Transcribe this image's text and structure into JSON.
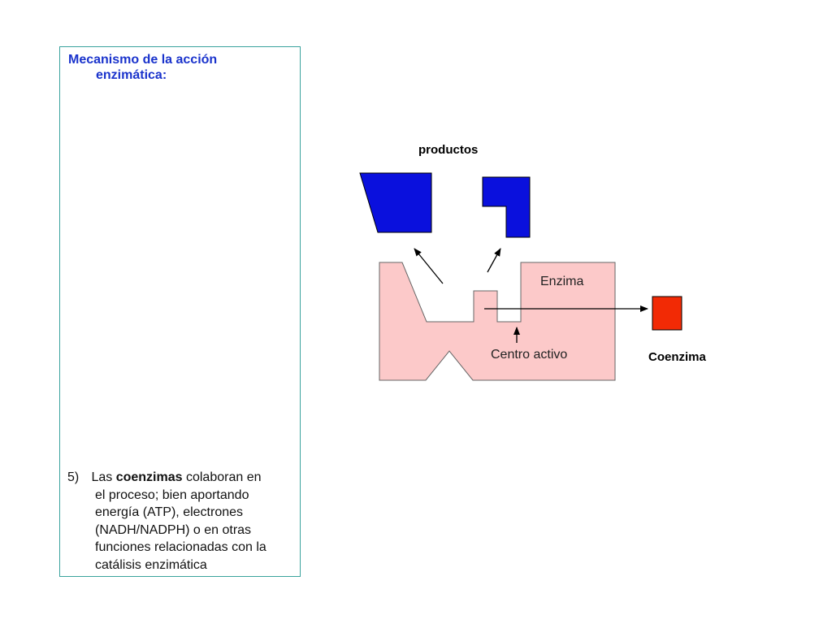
{
  "panel": {
    "heading_line1": "Mecanismo de la acción",
    "heading_line2": "enzimática:",
    "item_number": "5)",
    "item_intro": "Las",
    "item_bold": "coenzimas",
    "item_after_bold": "colaboran en",
    "item_rest_lines": [
      "el proceso; bien aportando",
      "energía (ATP), electrones",
      "(NADH/NADPH) o en otras",
      "funciones relacionadas con la",
      "catálisis enzimática"
    ]
  },
  "diagram": {
    "products_label": "productos",
    "enzyme_label": "Enzima",
    "active_site_label": "Centro activo",
    "coenzyme_label": "Coenzima",
    "colors": {
      "enzyme_fill": "#fcc9c9",
      "product_fill": "#0a10dd",
      "coenzyme_fill": "#f22a05",
      "panel_border": "#3aa39d",
      "heading": "#1a33cc"
    }
  }
}
